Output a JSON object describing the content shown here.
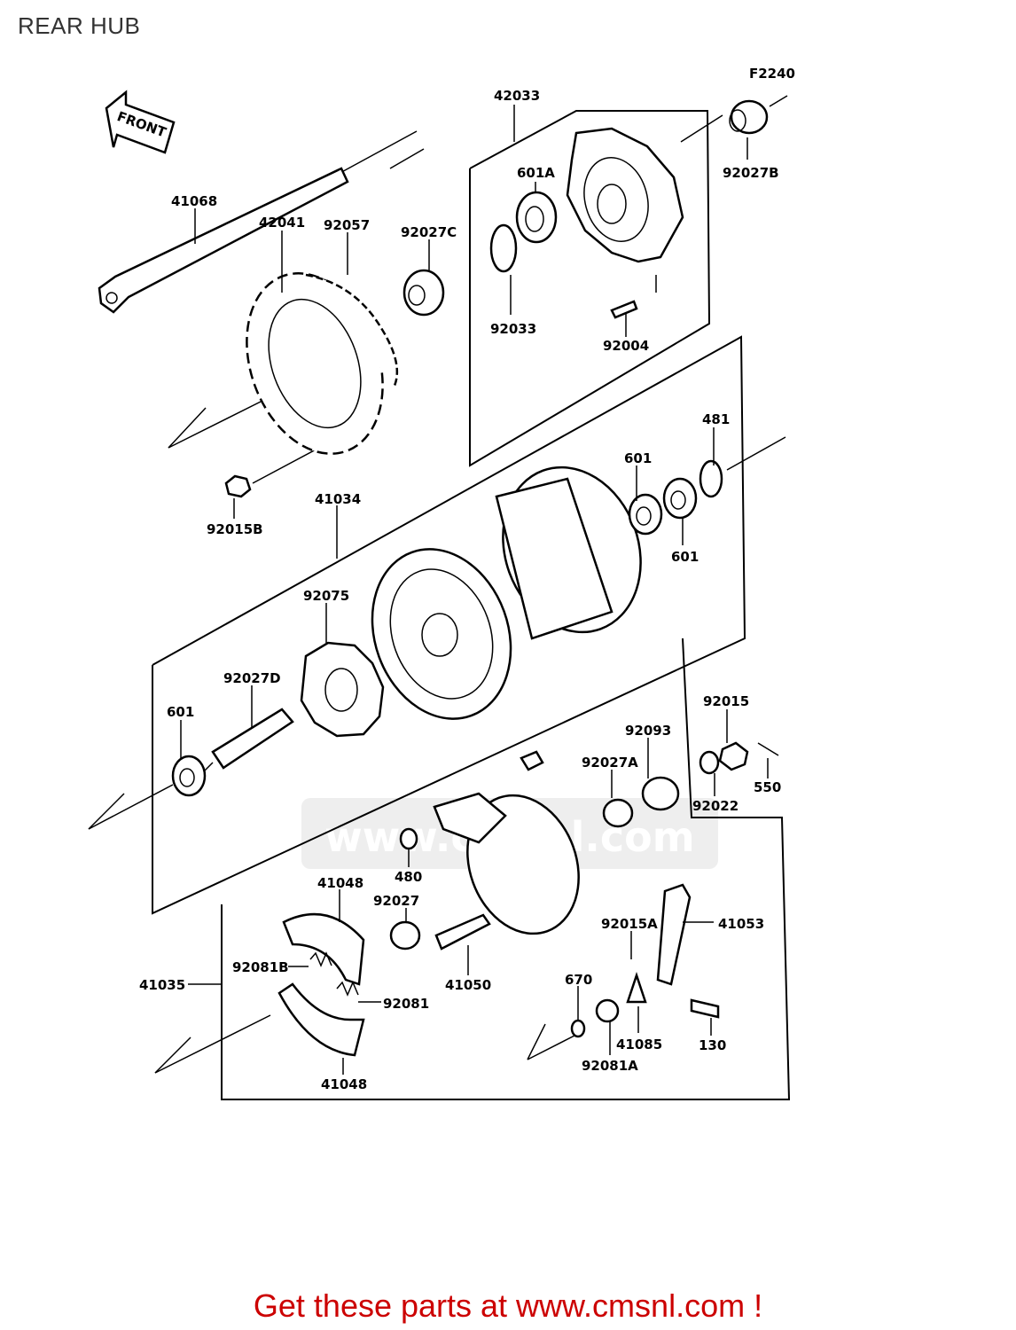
{
  "header": {
    "title": "REAR HUB"
  },
  "figure_code": "F2240",
  "front_arrow_label": "FRONT",
  "watermark": {
    "text": "www.cmsnl.com",
    "color": "#eeeeee"
  },
  "footer": {
    "text": "Get these parts at www.cmsnl.com !",
    "color": "#cc0000"
  },
  "parts": {
    "p42033": "42033",
    "p92027B": "92027B",
    "p601A": "601A",
    "p41068": "41068",
    "p42041": "42041",
    "p92057": "92057",
    "p92027C": "92027C",
    "p92033": "92033",
    "p92004": "92004",
    "p92015B": "92015B",
    "p41034": "41034",
    "p601_top": "601",
    "p481": "481",
    "p601_mid": "601",
    "p92075": "92075",
    "p92027D": "92027D",
    "p601_left": "601",
    "p92015": "92015",
    "p92093": "92093",
    "p92027A": "92027A",
    "p92022": "92022",
    "p550": "550",
    "p480": "480",
    "p41048_top": "41048",
    "p92027": "92027",
    "p92015A": "92015A",
    "p41053": "41053",
    "p92081B": "92081B",
    "p41035": "41035",
    "p41050": "41050",
    "p670": "670",
    "p92081": "92081",
    "p41085": "41085",
    "p130": "130",
    "p92081A": "92081A",
    "p41048_bot": "41048"
  }
}
